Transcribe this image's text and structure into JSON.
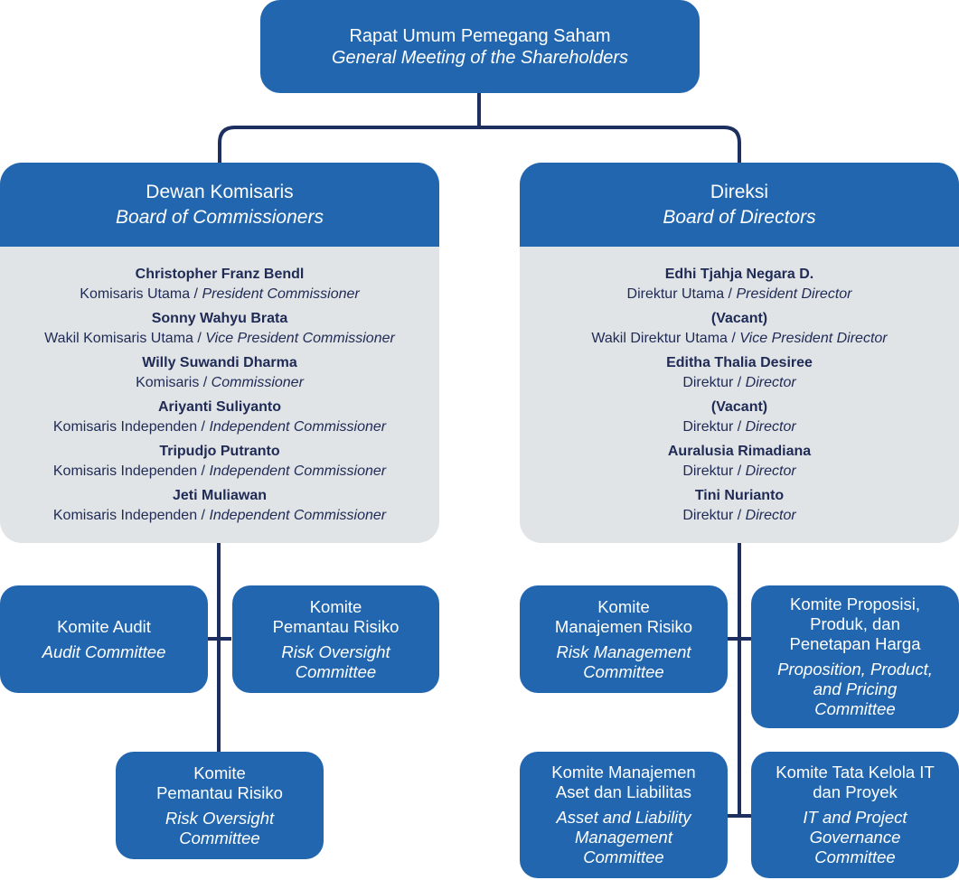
{
  "colors": {
    "box_blue": "#2166ae",
    "connector": "#1c2f5e",
    "panel_grey": "#e0e4e6",
    "text_dark": "#1f2a55"
  },
  "gms": {
    "name_id": "Rapat Umum Pemegang Saham",
    "name_en": "General Meeting of the Shareholders"
  },
  "boc": {
    "name_id": "Dewan Komisaris",
    "name_en": "Board of Commissioners",
    "members": [
      {
        "name": "Christopher Franz Bendl",
        "role_id": "Komisaris Utama",
        "role_en": "President Commissioner"
      },
      {
        "name": "Sonny Wahyu Brata",
        "role_id": "Wakil Komisaris Utama",
        "role_en": "Vice President Commissioner"
      },
      {
        "name": "Willy Suwandi Dharma",
        "role_id": "Komisaris",
        "role_en": "Commissioner"
      },
      {
        "name": "Ariyanti Suliyanto",
        "role_id": "Komisaris Independen",
        "role_en": "Independent Commissioner"
      },
      {
        "name": "Tripudjo Putranto",
        "role_id": "Komisaris Independen",
        "role_en": "Independent Commissioner"
      },
      {
        "name": "Jeti Muliawan",
        "role_id": "Komisaris Independen",
        "role_en": "Independent Commissioner"
      }
    ]
  },
  "bod": {
    "name_id": "Direksi",
    "name_en": "Board of Directors",
    "members": [
      {
        "name": "Edhi Tjahja Negara D.",
        "role_id": "Direktur Utama",
        "role_en": "President Director"
      },
      {
        "name": "(Vacant)",
        "role_id": "Wakil Direktur Utama",
        "role_en": "Vice President Director"
      },
      {
        "name": "Editha Thalia Desiree",
        "role_id": "Direktur",
        "role_en": "Director"
      },
      {
        "name": "(Vacant)",
        "role_id": "Direktur",
        "role_en": "Director"
      },
      {
        "name": "Auralusia Rimadiana",
        "role_id": "Direktur",
        "role_en": "Director"
      },
      {
        "name": "Tini Nurianto",
        "role_id": "Direktur",
        "role_en": "Director"
      }
    ]
  },
  "committees": {
    "audit": {
      "name_id": "Komite Audit",
      "name_en": "Audit Committee"
    },
    "risk_oversight_1": {
      "name_id": "Komite\nPemantau Risiko",
      "name_en": "Risk Oversight\nCommittee"
    },
    "risk_oversight_2": {
      "name_id": "Komite\nPemantau Risiko",
      "name_en": "Risk Oversight\nCommittee"
    },
    "risk_management": {
      "name_id": "Komite\nManajemen Risiko",
      "name_en": "Risk Management\nCommittee"
    },
    "proposition": {
      "name_id": "Komite Proposisi,\nProduk, dan\nPenetapan Harga",
      "name_en": "Proposition, Product,\nand Pricing\nCommittee"
    },
    "alco": {
      "name_id": "Komite Manajemen\nAset dan Liabilitas",
      "name_en": "Asset and Liability\nManagement\nCommittee"
    },
    "it_governance": {
      "name_id": "Komite Tata Kelola IT\ndan Proyek",
      "name_en": "IT and Project\nGovernance\nCommittee"
    }
  }
}
